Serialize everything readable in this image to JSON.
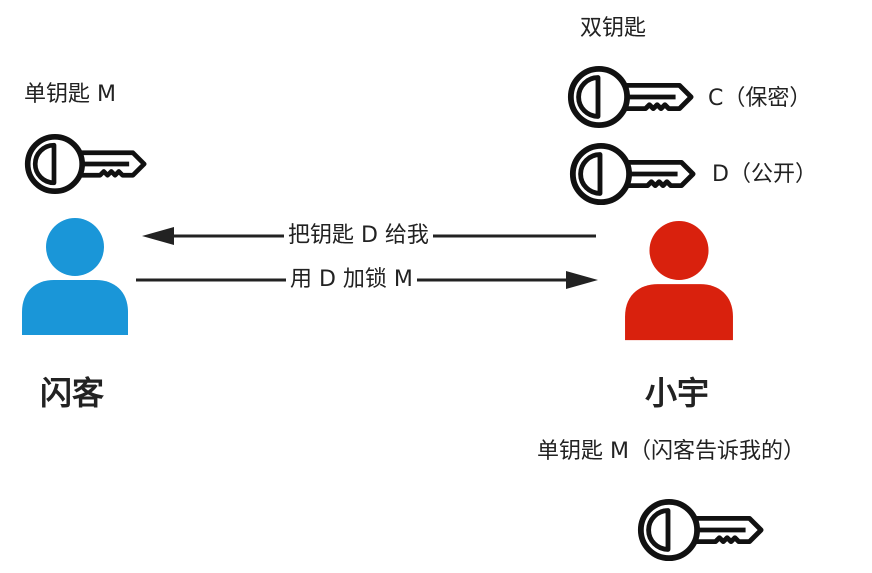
{
  "left_person": {
    "name": "闪客",
    "key_label": "单钥匙 M",
    "color": "#1a96d8"
  },
  "right_person": {
    "name": "小宇",
    "double_key_label": "双钥匙",
    "key_c_label": "C（保密）",
    "key_d_label": "D（公开）",
    "received_key_label": "单钥匙 M（闪客告诉我的）",
    "color": "#d9210d"
  },
  "arrows": {
    "top_label": "把钥匙 D 给我",
    "bottom_label": "用 D 加锁 M"
  },
  "icons": {
    "key": "key-icon",
    "person": "person-icon",
    "arrow_left": "arrow-left-icon",
    "arrow_right": "arrow-right-icon"
  }
}
